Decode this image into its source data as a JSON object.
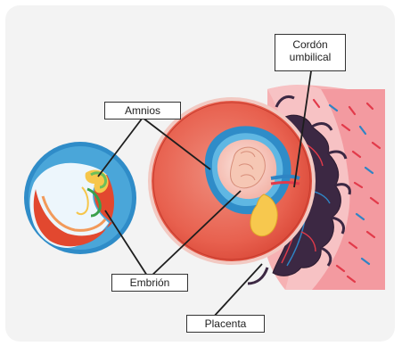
{
  "labels": {
    "amnios": "Amnios",
    "cordon": "Cordón umbilical",
    "embrion": "Embrión",
    "placenta": "Placenta"
  },
  "colors": {
    "background": "#f3f3f3",
    "uterus_wall": "#f4a2a6",
    "uterus_outer": "#e95c52",
    "amnios_blue": "#2e8fc8",
    "yolk_sac": "#f6c64b",
    "placenta_dark": "#3a2640"
  }
}
